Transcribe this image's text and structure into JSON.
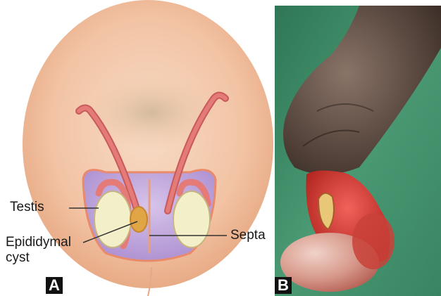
{
  "panel_a": {
    "letter": "A",
    "labels": {
      "testis": "Testis",
      "epididymal_line1": "Epididymal",
      "epididymal_line2": "cyst",
      "septa": "Septa"
    }
  },
  "panel_b": {
    "letter": "B"
  },
  "colors": {
    "skin": "#f2c3a4",
    "scrotum_purple": "#b79ad6",
    "vas_deferens": "#e47b78",
    "testis_fill": "#f3efc8",
    "cyst": "#e0a646",
    "drape_green": "#3f8e6a",
    "tissue_red": "#d93a32"
  }
}
